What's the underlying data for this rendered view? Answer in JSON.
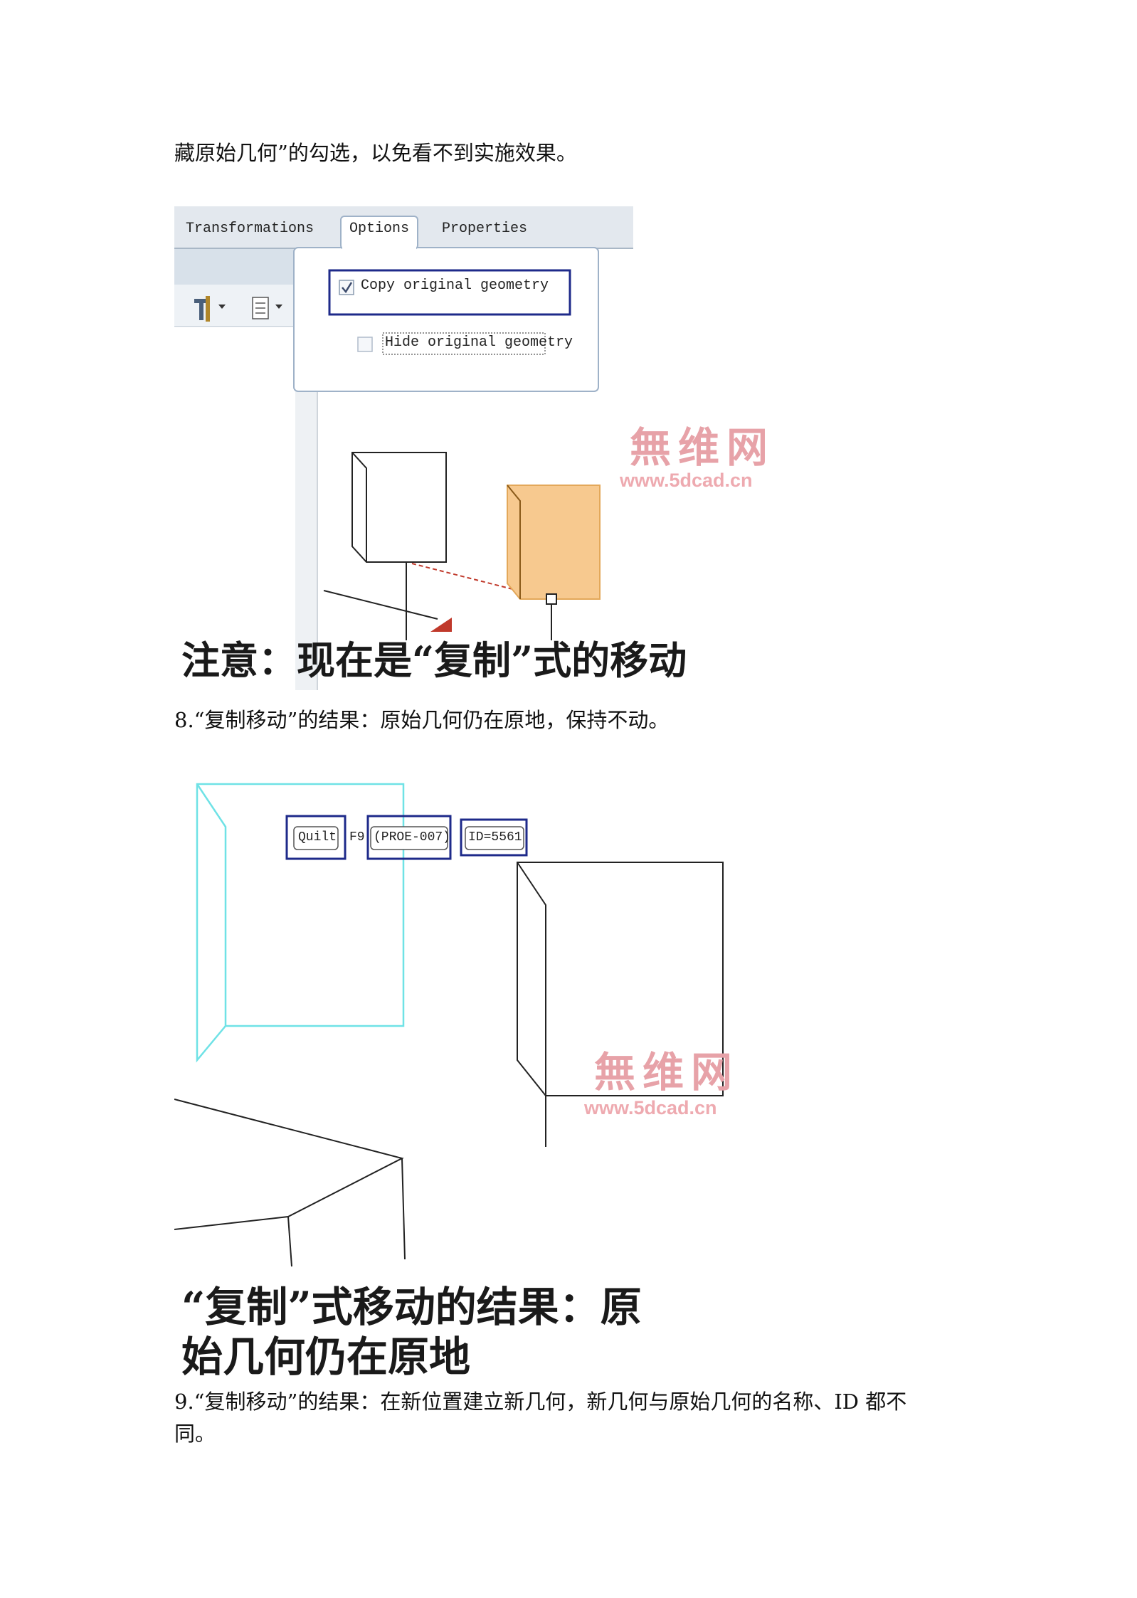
{
  "text": {
    "para1": "藏原始几何”的勾选，以免看不到实施效果。",
    "para2": "8.“复制移动”的结果：原始几何仍在原地，保持不动。",
    "para3_line1": "9.“复制移动”的结果：在新位置建立新几何，新几何与原始几何的名称、ID 都不",
    "para3_line2": "同。"
  },
  "figure1": {
    "tabs": [
      "Transformations",
      "Options",
      "Properties"
    ],
    "active_tab": "Options",
    "copy_label": "Copy original geometry",
    "copy_checked": true,
    "hide_label": "Hide original geometry",
    "hide_checked": false,
    "caption": "注意：现在是“复制”式的移动",
    "watermark_cn": "無维网",
    "watermark_url": "www.5dcad.cn",
    "icons": [
      "tool-icon",
      "list-icon"
    ]
  },
  "figure2": {
    "tags": [
      "Quilt",
      "F9",
      "(PROE-007)",
      "ID=5561"
    ],
    "caption_line1": "“复制”式移动的结果：原",
    "caption_line2": "始几何仍在原地",
    "watermark_cn": "無维网",
    "watermark_url": "www.5dcad.cn"
  },
  "colors": {
    "highlight_box": "#1e2a8a",
    "quilt_cyan": "#6fe2e6",
    "selected_surface": "#f7c98f",
    "watermark": "#e7a2a8"
  }
}
